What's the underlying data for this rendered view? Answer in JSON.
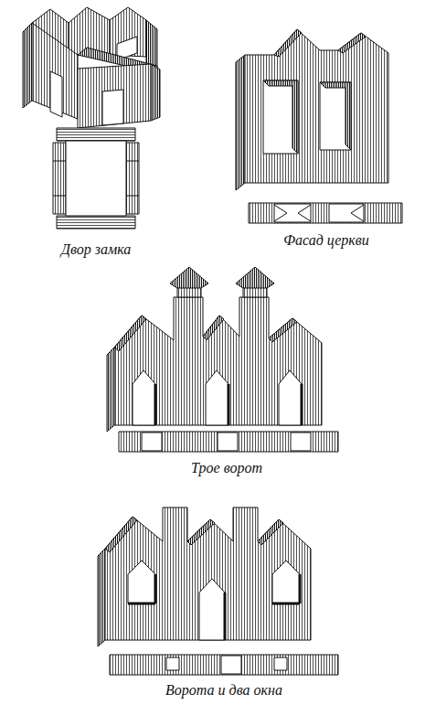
{
  "diagram": {
    "labels": [
      "Двор замка",
      "Фасад церкви",
      "Трое ворот",
      "Ворота и два окна"
    ]
  }
}
